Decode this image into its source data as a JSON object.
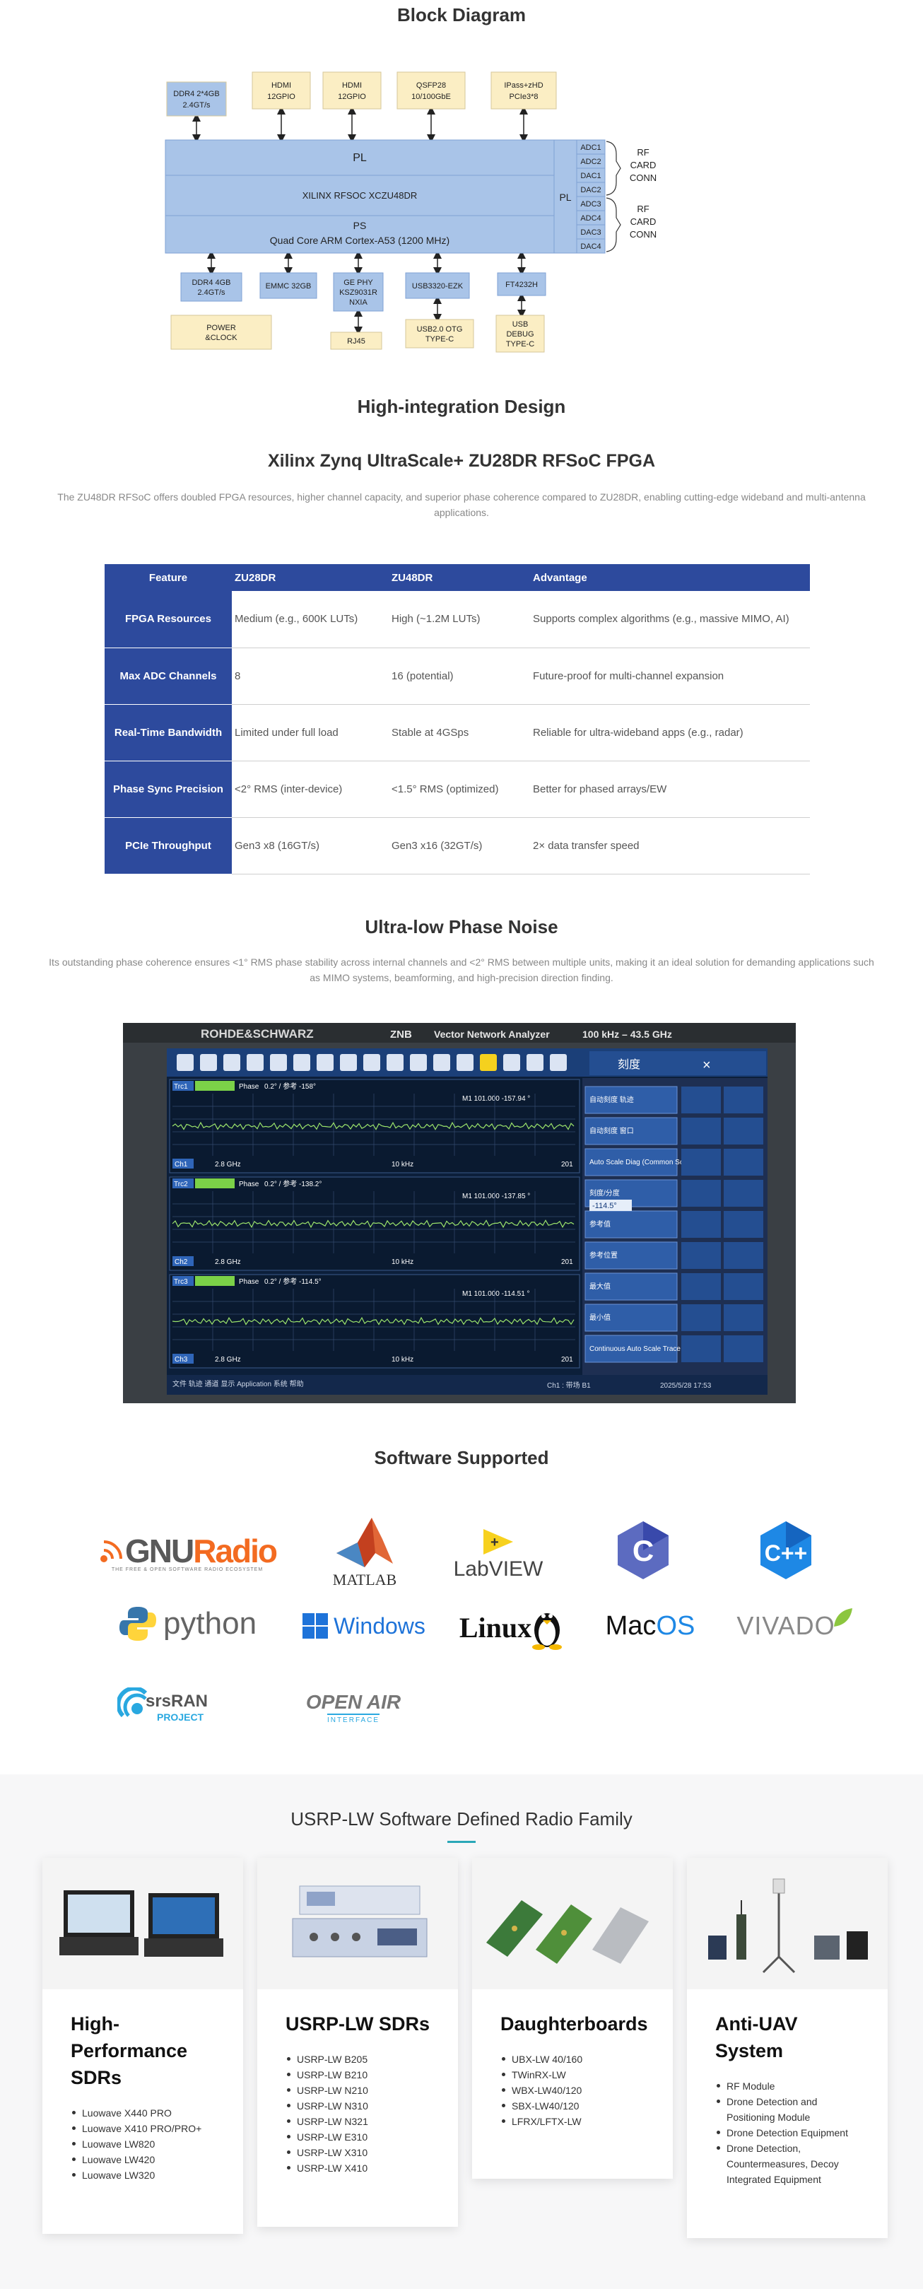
{
  "block_diagram": {
    "title": "Block Diagram",
    "top_boxes": [
      {
        "line1": "DDR4 2*4GB",
        "line2": "2.4GT/s",
        "color": "#a9c4e8"
      },
      {
        "line1": "HDMI",
        "line2": "12GPIO",
        "color": "#fbeec4"
      },
      {
        "line1": "HDMI",
        "line2": "12GPIO",
        "color": "#fbeec4"
      },
      {
        "line1": "QSFP28",
        "line2": "10/100GbE",
        "color": "#fbeec4"
      },
      {
        "line1": "IPass+zHD",
        "line2": "PCIe3*8",
        "color": "#fbeec4"
      }
    ],
    "pl_label": "PL",
    "chip_label": "XILINX RFSOC XCZU48DR",
    "ps_label": "PS",
    "ps_sub": "Quad Core ARM Cortex-A53 (1200 MHz)",
    "pl_side": "PL",
    "converters_top": [
      "ADC1",
      "ADC2",
      "DAC1",
      "DAC2"
    ],
    "converters_bottom": [
      "ADC3",
      "ADC4",
      "DAC3",
      "DAC4"
    ],
    "rf_card": [
      "RF",
      "CARD",
      "CONN"
    ],
    "bottom_boxes": [
      {
        "line1": "DDR4 4GB",
        "line2": "2.4GT/s",
        "color": "#a9c4e8"
      },
      {
        "line1": "EMMC 32GB",
        "line2": "",
        "color": "#a9c4e8"
      },
      {
        "line1": "GE PHY",
        "line2": "KSZ9031R",
        "line3": "NXIA",
        "color": "#a9c4e8"
      },
      {
        "line1": "USB3320-EZK",
        "line2": "",
        "color": "#a9c4e8"
      },
      {
        "line1": "FT4232H",
        "line2": "",
        "color": "#a9c4e8"
      }
    ],
    "lower_boxes": [
      {
        "line1": "POWER",
        "line2": "&CLOCK"
      },
      {
        "line1": "RJ45",
        "line2": ""
      },
      {
        "line1": "USB2.0 OTG",
        "line2": "TYPE-C"
      },
      {
        "line1": "USB",
        "line2": "DEBUG",
        "line3": "TYPE-C"
      }
    ]
  },
  "high_integration": {
    "title": "High-integration Design",
    "subtitle": "Xilinx Zynq UltraScale+ ZU28DR RFSoC FPGA",
    "description": "The ZU48DR RFSoC offers doubled FPGA resources, higher channel capacity, and superior phase coherence compared to ZU28DR, enabling cutting-edge wideband and multi-antenna applications."
  },
  "table": {
    "headers": [
      "Feature",
      "ZU28DR",
      "ZU48DR",
      "Advantage"
    ],
    "rows": [
      [
        "FPGA Resources",
        "Medium (e.g., 600K LUTs)",
        "High (~1.2M LUTs)",
        "Supports complex algorithms (e.g., massive MIMO, AI)"
      ],
      [
        "Max ADC Channels",
        "8",
        "16 (potential)",
        "Future-proof for multi-channel expansion"
      ],
      [
        "Real-Time Bandwidth",
        "Limited under full load",
        "Stable at 4GSps",
        "Reliable for ultra-wideband apps (e.g., radar)"
      ],
      [
        "Phase Sync Precision",
        "<2° RMS (inter-device)",
        "<1.5° RMS (optimized)",
        "Better for phased arrays/EW"
      ],
      [
        "PCIe Throughput",
        "Gen3 x8 (16GT/s)",
        "Gen3 x16 (32GT/s)",
        "2× data transfer speed"
      ]
    ]
  },
  "phase_noise": {
    "title": "Ultra-low Phase Noise",
    "description": "Its outstanding phase coherence ensures <1° RMS phase stability across internal channels and <2° RMS between multiple units, making it an ideal solution for demanding applications such as MIMO systems, beamforming, and high-precision direction finding."
  },
  "vna": {
    "brand": "ROHDE&SCHWARZ",
    "model": "ZNB",
    "name": "Vector Network Analyzer",
    "range": "100 kHz – 43.5 GHz",
    "menu_title": "刻度",
    "traces": [
      {
        "label": "Trc1",
        "meas": "Phase",
        "scale": "0.2° / 参考 -158°",
        "marker": "M1 101.000 -157.94 °",
        "ch": "Ch1",
        "start": "2.8 GHz",
        "bw": "10 kHz",
        "pts": "201"
      },
      {
        "label": "Trc2",
        "meas": "Phase",
        "scale": "0.2° / 参考 -138.2°",
        "marker": "M1 101.000 -137.85 °",
        "ch": "Ch2",
        "start": "2.8 GHz",
        "bw": "10 kHz",
        "pts": "201"
      },
      {
        "label": "Trc3",
        "meas": "Phase",
        "scale": "0.2° / 参考 -114.5°",
        "marker": "M1 101.000 -114.51 °",
        "ch": "Ch3",
        "start": "2.8 GHz",
        "bw": "10 kHz",
        "pts": "201"
      }
    ],
    "side_items": [
      "自动刻度 轨迹",
      "自动刻度 窗口",
      "Auto Scale Diag (Common Scale)",
      "刻度/分度",
      "参考值",
      "参考位置",
      "最大值",
      "最小值",
      "Continuous Auto Scale Trace"
    ],
    "ref_value": "-114.5°",
    "footer": "Ch1 : 带场 B1",
    "date": "2025/5/28 17:53",
    "app_row": "文件 轨迹 通道 显示 Application 系统 帮助"
  },
  "software": {
    "title": "Software Supported",
    "logos": [
      {
        "name": "GNURadio",
        "text": "GNURadio",
        "sub": "THE FREE & OPEN SOFTWARE RADIO ECOSYSTEM"
      },
      {
        "name": "MATLAB",
        "text": "MATLAB"
      },
      {
        "name": "LabVIEW",
        "text": "LabVIEW"
      },
      {
        "name": "C",
        "text": "C"
      },
      {
        "name": "C++",
        "text": "C++"
      },
      {
        "name": "python",
        "text": "python"
      },
      {
        "name": "Windows",
        "text": "Windows"
      },
      {
        "name": "Linux",
        "text": "Linux"
      },
      {
        "name": "MacOS",
        "text": "MacOS"
      },
      {
        "name": "VIVADO",
        "text": "VIVADO"
      },
      {
        "name": "srsRAN",
        "text": "srsRAN",
        "sub": "PROJECT"
      },
      {
        "name": "OpenAirInterface",
        "text": "OPEN AIR",
        "sub": "INTERFACE"
      }
    ]
  },
  "family": {
    "title": "USRP-LW Software Defined Radio Family",
    "accent": "#2aa7b8",
    "cards": [
      {
        "title_lines": [
          "High-",
          "Performance",
          "SDRs"
        ],
        "items": [
          "Luowave X440 PRO",
          "Luowave X410 PRO/PRO+",
          "Luowave LW820",
          "Luowave LW420",
          "Luowave LW320"
        ]
      },
      {
        "title_lines": [
          "USRP-LW SDRs"
        ],
        "items": [
          "USRP-LW B205",
          "USRP-LW B210",
          "USRP-LW N210",
          "USRP-LW N310",
          "USRP-LW N321",
          "USRP-LW E310",
          "USRP-LW X310",
          "USRP-LW X410"
        ]
      },
      {
        "title_lines": [
          "Daughterboards"
        ],
        "items": [
          "UBX-LW 40/160",
          "TWinRX-LW",
          "WBX-LW40/120",
          "SBX-LW40/120",
          "LFRX/LFTX-LW"
        ]
      },
      {
        "title_lines": [
          "Anti-UAV",
          "System"
        ],
        "items": [
          "RF Module",
          "Drone Detection and Positioning Module",
          "Drone Detection Equipment",
          "Drone Detection, Countermeasures, Decoy Integrated Equipment"
        ]
      }
    ]
  }
}
